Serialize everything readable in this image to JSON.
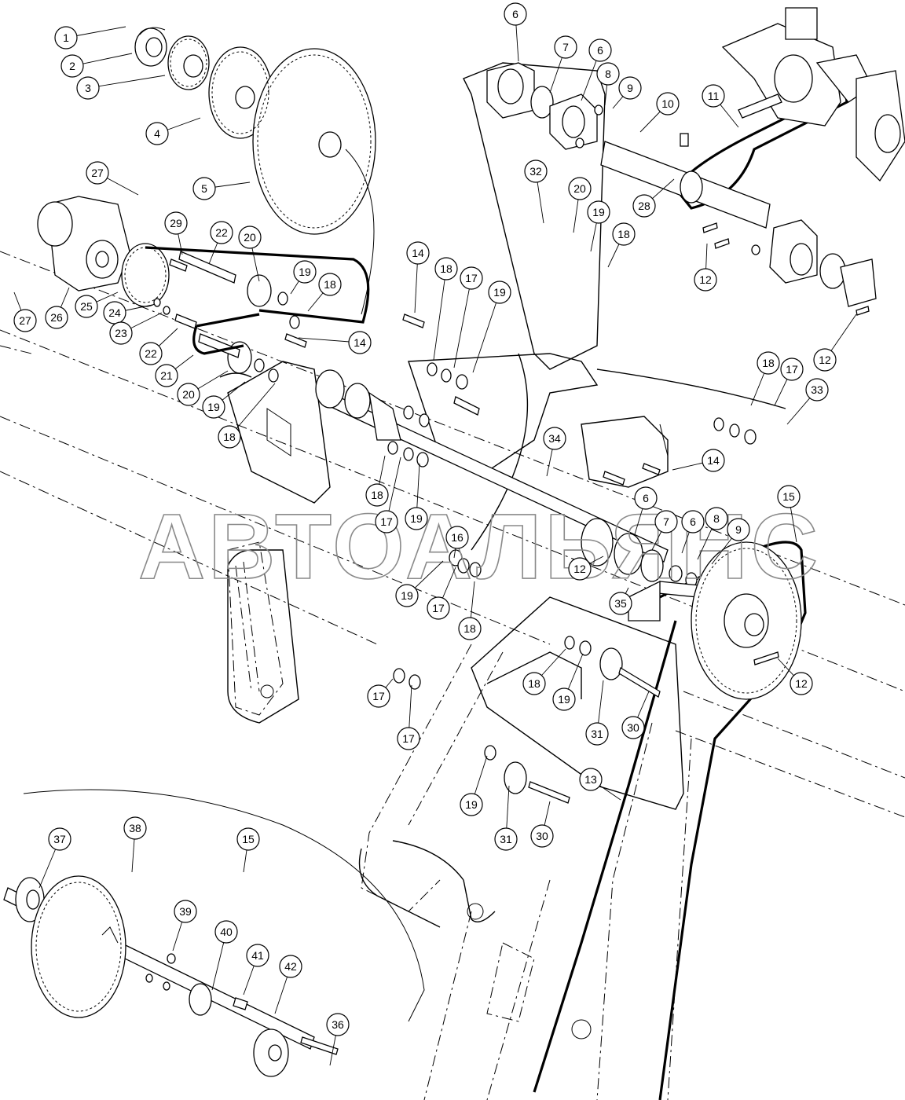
{
  "watermark": "АВТОАЛЬЯНС",
  "callouts": [
    {
      "id": "1",
      "label": "1"
    },
    {
      "id": "2",
      "label": "2"
    },
    {
      "id": "3",
      "label": "3"
    },
    {
      "id": "4",
      "label": "4"
    },
    {
      "id": "5",
      "label": "5"
    },
    {
      "id": "6a",
      "label": "6"
    },
    {
      "id": "7a",
      "label": "7"
    },
    {
      "id": "6b",
      "label": "6"
    },
    {
      "id": "8a",
      "label": "8"
    },
    {
      "id": "9a",
      "label": "9"
    },
    {
      "id": "10",
      "label": "10"
    },
    {
      "id": "11",
      "label": "11"
    },
    {
      "id": "27a",
      "label": "27"
    },
    {
      "id": "32",
      "label": "32"
    },
    {
      "id": "20a",
      "label": "20"
    },
    {
      "id": "19a",
      "label": "19"
    },
    {
      "id": "18a",
      "label": "18"
    },
    {
      "id": "28",
      "label": "28"
    },
    {
      "id": "12a",
      "label": "12"
    },
    {
      "id": "29",
      "label": "29"
    },
    {
      "id": "22a",
      "label": "22"
    },
    {
      "id": "20b",
      "label": "20"
    },
    {
      "id": "14a",
      "label": "14"
    },
    {
      "id": "18b",
      "label": "18"
    },
    {
      "id": "17a",
      "label": "17"
    },
    {
      "id": "19b",
      "label": "19"
    },
    {
      "id": "19c",
      "label": "19"
    },
    {
      "id": "18c",
      "label": "18"
    },
    {
      "id": "27b",
      "label": "27"
    },
    {
      "id": "26",
      "label": "26"
    },
    {
      "id": "25",
      "label": "25"
    },
    {
      "id": "24",
      "label": "24"
    },
    {
      "id": "23",
      "label": "23"
    },
    {
      "id": "22b",
      "label": "22"
    },
    {
      "id": "14b",
      "label": "14"
    },
    {
      "id": "21",
      "label": "21"
    },
    {
      "id": "20c",
      "label": "20"
    },
    {
      "id": "19d",
      "label": "19"
    },
    {
      "id": "18d",
      "label": "18"
    },
    {
      "id": "12b",
      "label": "12"
    },
    {
      "id": "18e",
      "label": "18"
    },
    {
      "id": "17b",
      "label": "17"
    },
    {
      "id": "33",
      "label": "33"
    },
    {
      "id": "14c",
      "label": "14"
    },
    {
      "id": "34",
      "label": "34"
    },
    {
      "id": "18f",
      "label": "18"
    },
    {
      "id": "17c",
      "label": "17"
    },
    {
      "id": "19e",
      "label": "19"
    },
    {
      "id": "6c",
      "label": "6"
    },
    {
      "id": "7b",
      "label": "7"
    },
    {
      "id": "6d",
      "label": "6"
    },
    {
      "id": "8b",
      "label": "8"
    },
    {
      "id": "9b",
      "label": "9"
    },
    {
      "id": "15a",
      "label": "15"
    },
    {
      "id": "16",
      "label": "16"
    },
    {
      "id": "12c",
      "label": "12"
    },
    {
      "id": "19f",
      "label": "19"
    },
    {
      "id": "17d",
      "label": "17"
    },
    {
      "id": "18g",
      "label": "18"
    },
    {
      "id": "35",
      "label": "35"
    },
    {
      "id": "12d",
      "label": "12"
    },
    {
      "id": "18h",
      "label": "18"
    },
    {
      "id": "19g",
      "label": "19"
    },
    {
      "id": "17e",
      "label": "17"
    },
    {
      "id": "17f",
      "label": "17"
    },
    {
      "id": "31a",
      "label": "31"
    },
    {
      "id": "30a",
      "label": "30"
    },
    {
      "id": "13",
      "label": "13"
    },
    {
      "id": "19h",
      "label": "19"
    },
    {
      "id": "31b",
      "label": "31"
    },
    {
      "id": "30b",
      "label": "30"
    },
    {
      "id": "37",
      "label": "37"
    },
    {
      "id": "38",
      "label": "38"
    },
    {
      "id": "15b",
      "label": "15"
    },
    {
      "id": "39",
      "label": "39"
    },
    {
      "id": "40",
      "label": "40"
    },
    {
      "id": "41",
      "label": "41"
    },
    {
      "id": "42",
      "label": "42"
    },
    {
      "id": "36",
      "label": "36"
    }
  ]
}
